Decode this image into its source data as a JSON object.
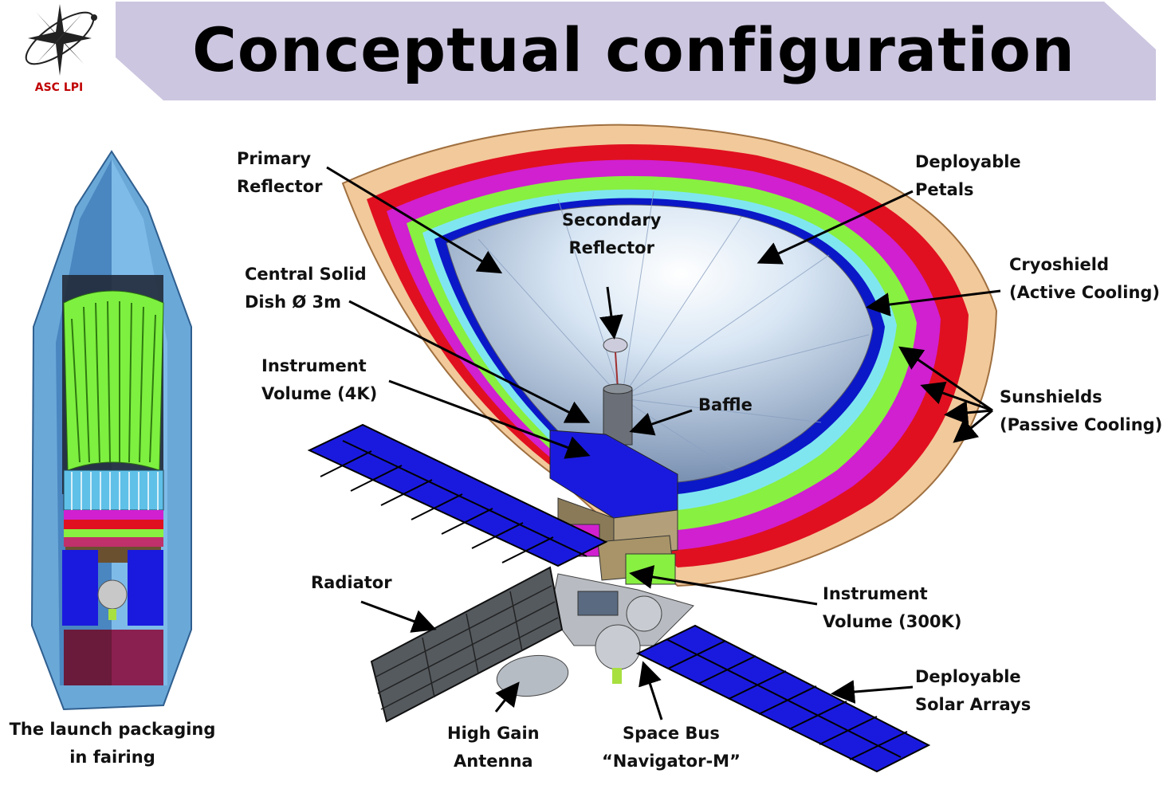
{
  "title": "Conceptual configuration",
  "logo": {
    "text": "ASC LPI",
    "icon": "star-burst-logo"
  },
  "labels": {
    "primary_reflector": [
      "Primary",
      "Reflector"
    ],
    "secondary_reflector": [
      "Secondary",
      "Reflector"
    ],
    "deployable_petals": [
      "Deployable",
      "Petals"
    ],
    "central_dish": [
      "Central Solid",
      "Dish Ø 3m"
    ],
    "cryoshield": [
      "Cryoshield",
      "(Active Cooling)"
    ],
    "instrument_4k": [
      "Instrument",
      "Volume (4K)"
    ],
    "baffle": [
      "Baffle"
    ],
    "sunshields": [
      "Sunshields",
      "(Passive Cooling)"
    ],
    "radiator": [
      "Radiator"
    ],
    "instrument_300k": [
      "Instrument",
      "Volume (300K)"
    ],
    "solar_arrays": [
      "Deployable",
      "Solar Arrays"
    ],
    "high_gain_antenna": [
      "High Gain",
      "Antenna"
    ],
    "space_bus": [
      "Space Bus",
      "“Navigator-M”"
    ],
    "launch_packaging": [
      "The launch packaging",
      "in fairing"
    ]
  },
  "colors": {
    "banner": "#cdc6e0",
    "solar_panel": "#1a1adf",
    "shield_outer": "#f2c99a",
    "shield_red": "#e01020",
    "shield_magenta": "#d020d0",
    "shield_green": "#88f040",
    "shield_blue": "#0a18c8",
    "fairing": "#6aa8d8"
  }
}
